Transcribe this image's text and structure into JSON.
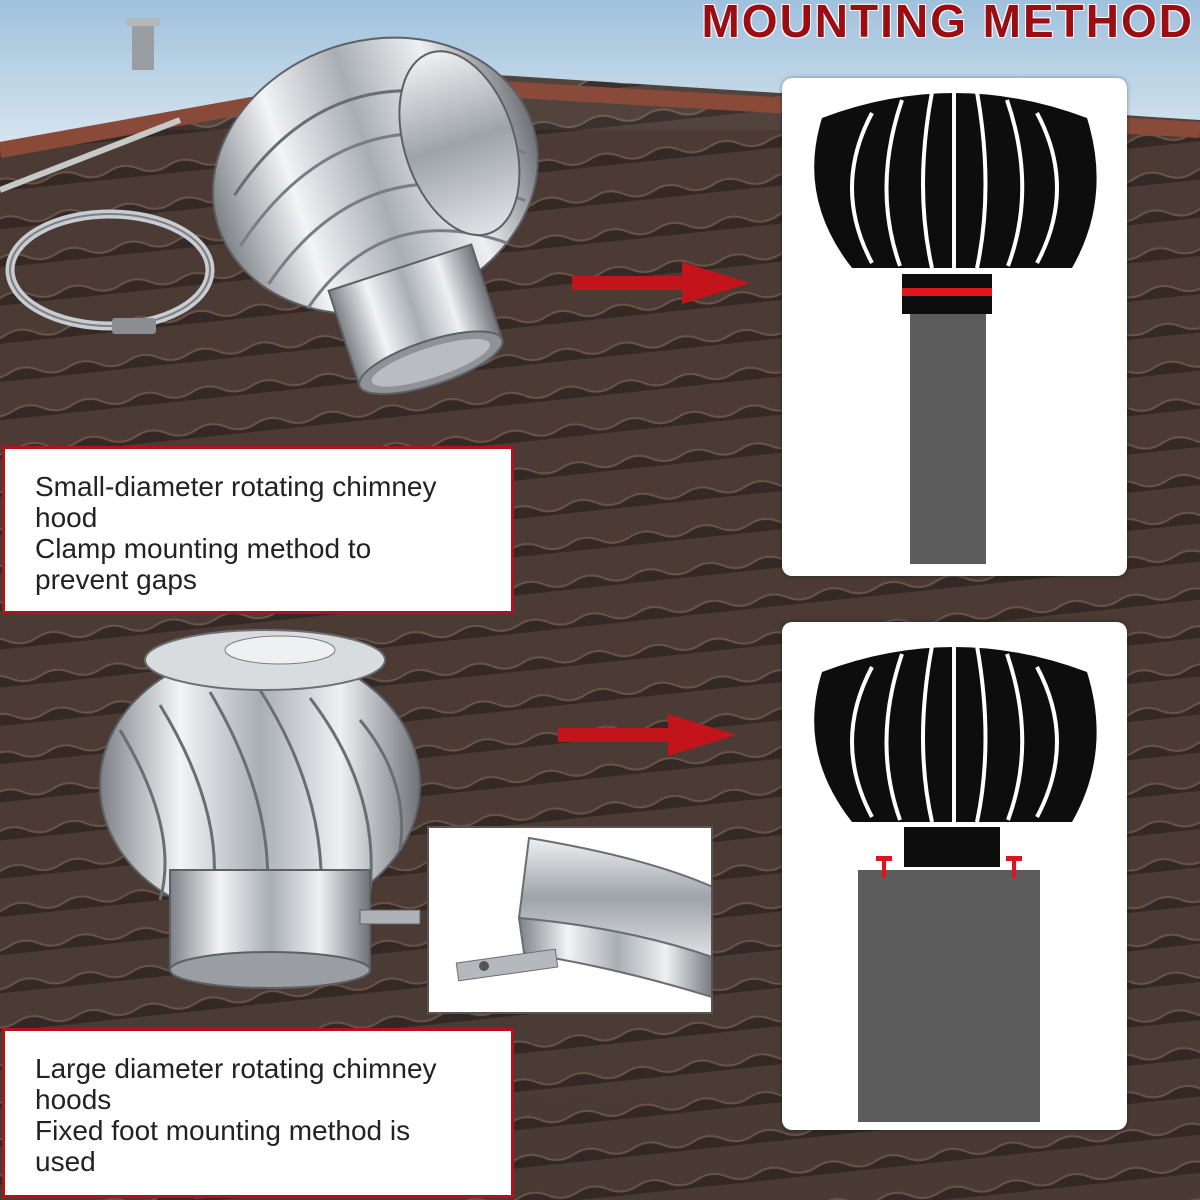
{
  "header": {
    "title": "MOUNTING METHOD"
  },
  "small_hood": {
    "caption_lines": [
      "Small-diameter rotating chimney",
      "hood",
      "Clamp mounting method to",
      "prevent gaps"
    ]
  },
  "large_hood": {
    "caption_lines": [
      "Large diameter rotating chimney",
      "hoods",
      "Fixed foot mounting method is",
      "used"
    ]
  },
  "colors": {
    "title": "#9a0d12",
    "arrow": "#c4141b",
    "caption_border": "#b3121a",
    "diagram_hood": "#0d0d0d",
    "diagram_pipe": "#5c5c5c",
    "clamp_band": "#e0141c",
    "roof_tile": "#4a3a33",
    "sky": "#bcd3e6"
  }
}
